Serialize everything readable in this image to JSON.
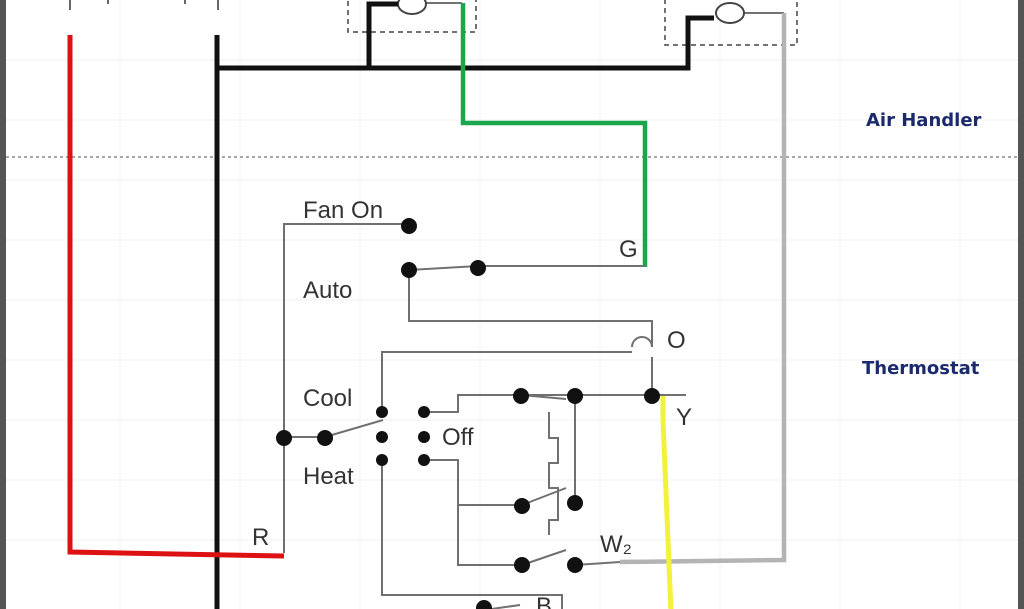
{
  "zones": {
    "air_handler": "Air Handler",
    "thermostat": "Thermostat"
  },
  "labels": {
    "fan_on": "Fan On",
    "auto": "Auto",
    "cool": "Cool",
    "heat": "Heat",
    "off": "Off",
    "g": "G",
    "o": "O",
    "y": "Y",
    "w2": "W₂",
    "r": "R",
    "b": "B"
  },
  "colors": {
    "red_wire": "#dd1111",
    "green_wire": "#1aa64a",
    "yellow_wire": "#f2f23a",
    "gray_wire": "#b4b4b4",
    "black_wire": "#111111",
    "thin_wire": "#707070",
    "zone_text": "#1a2a6c"
  }
}
